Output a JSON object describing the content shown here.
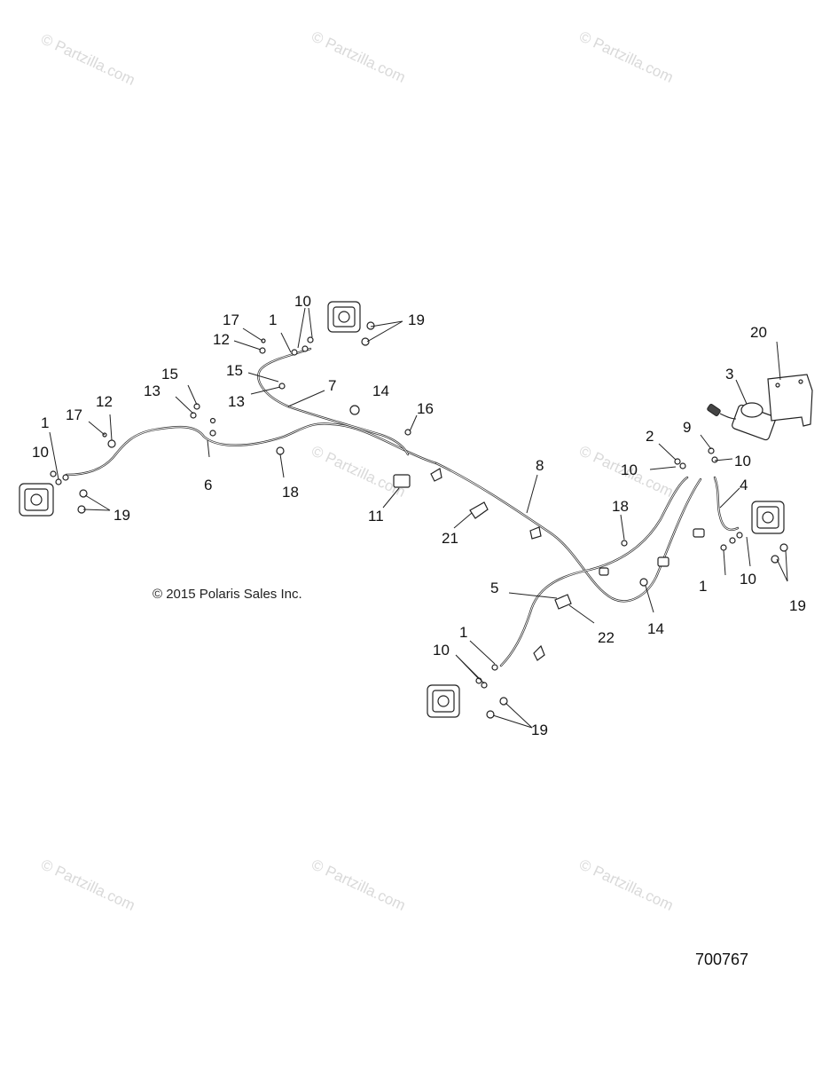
{
  "watermark": {
    "text": "© Partzilla.com"
  },
  "copyright": "© 2015 Polaris Sales Inc.",
  "diagram_number": "700767",
  "callouts": {
    "c1a": "1",
    "c1b": "1",
    "c1c": "1",
    "c1d": "1",
    "c2": "2",
    "c3": "3",
    "c4": "4",
    "c5": "5",
    "c6": "6",
    "c7": "7",
    "c8": "8",
    "c9": "9",
    "c10a": "10",
    "c10b": "10",
    "c10c": "10",
    "c10d": "10",
    "c10e": "10",
    "c10f": "10",
    "c11": "11",
    "c12a": "12",
    "c12b": "12",
    "c13a": "13",
    "c13b": "13",
    "c14a": "14",
    "c14b": "14",
    "c15a": "15",
    "c15b": "15",
    "c16": "16",
    "c17a": "17",
    "c17b": "17",
    "c18a": "18",
    "c18b": "18",
    "c19a": "19",
    "c19b": "19",
    "c19c": "19",
    "c19d": "19",
    "c20": "20",
    "c21": "21",
    "c22": "22"
  }
}
